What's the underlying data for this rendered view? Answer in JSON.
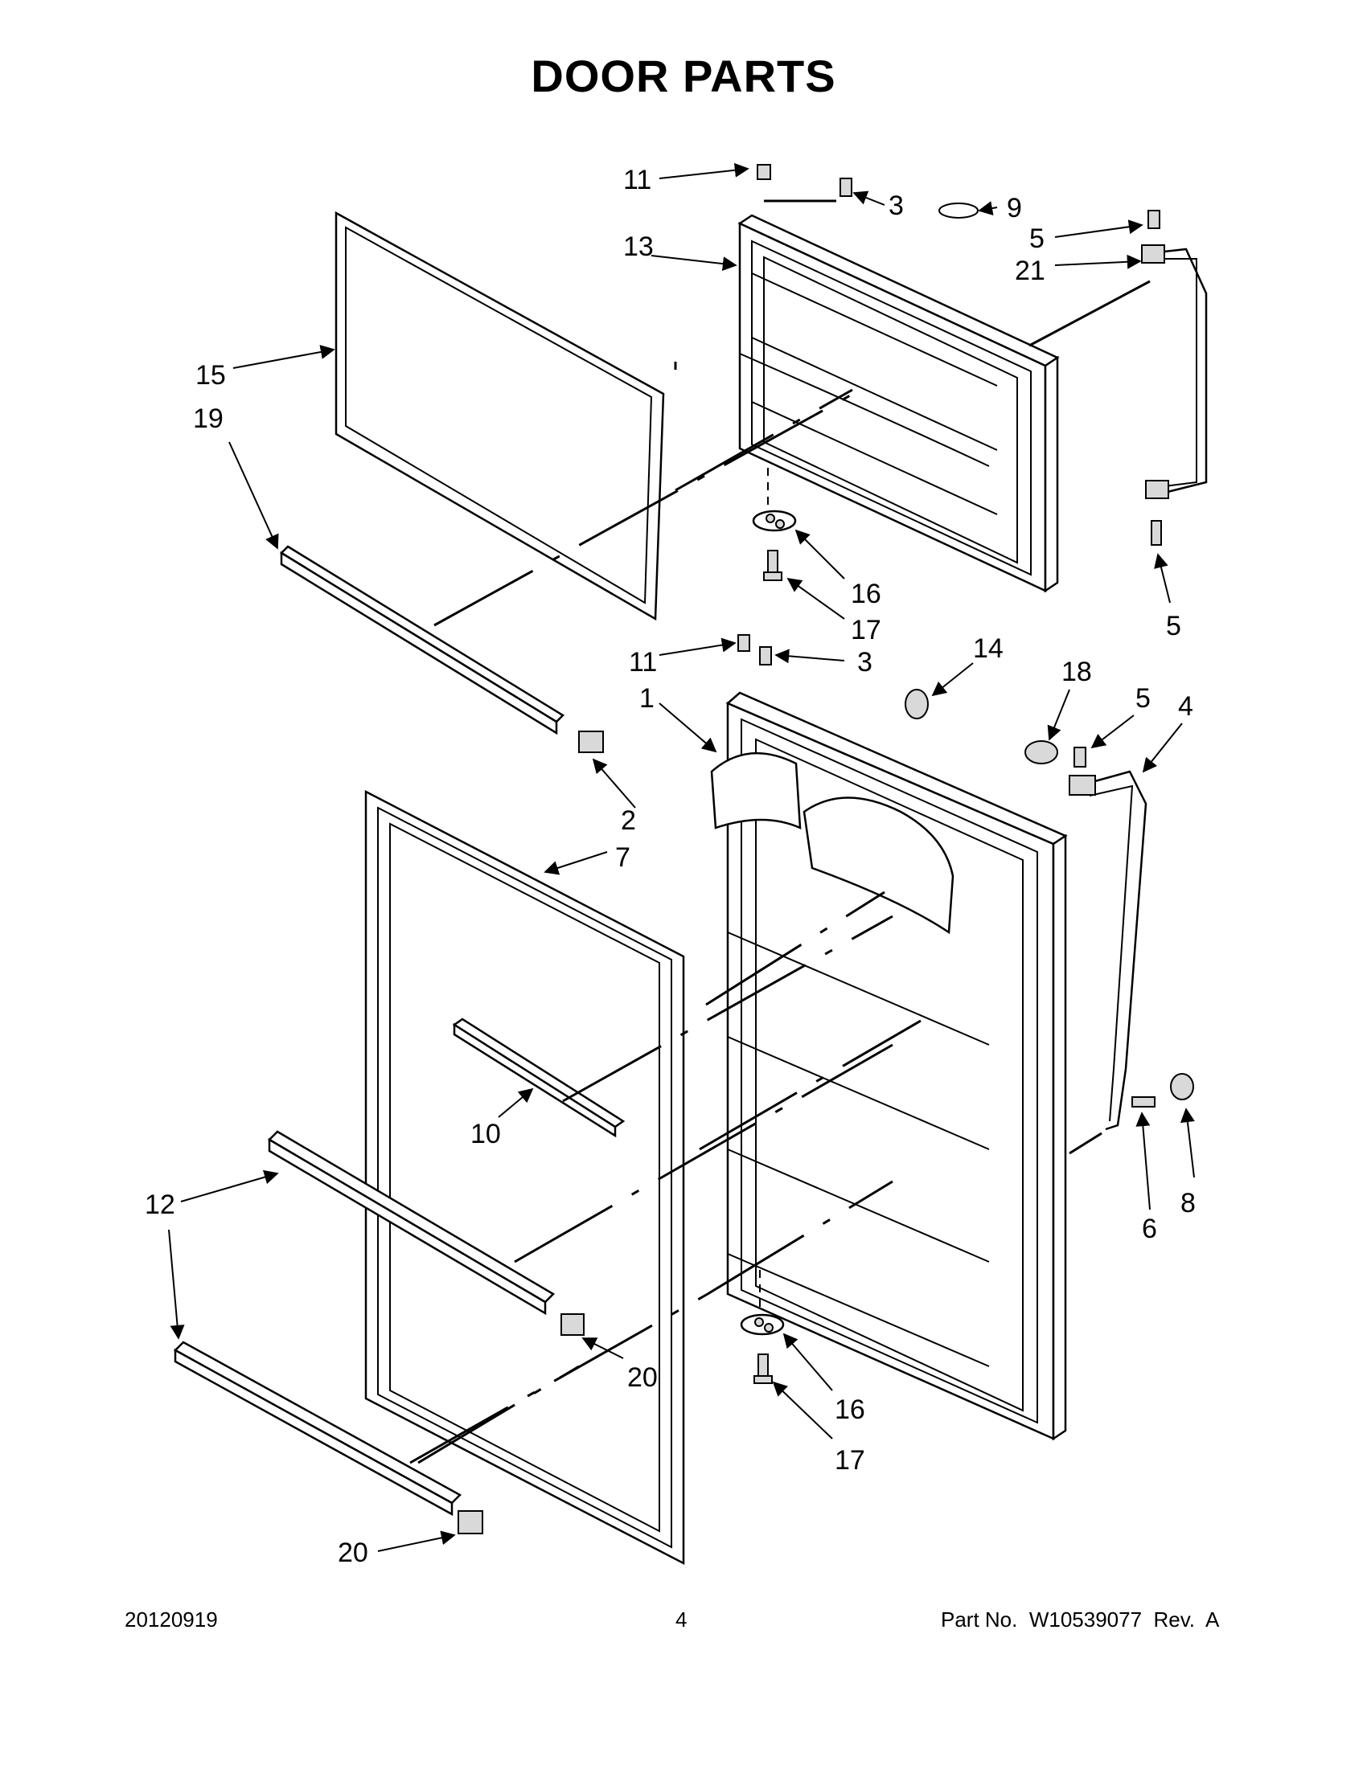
{
  "title": "DOOR PARTS",
  "callouts": [
    "11",
    "3",
    "9",
    "5",
    "21",
    "13",
    "15",
    "19",
    "16",
    "17",
    "5",
    "11",
    "3",
    "14",
    "18",
    "1",
    "5",
    "4",
    "2",
    "7",
    "10",
    "6",
    "8",
    "12",
    "20",
    "16",
    "17",
    "20"
  ],
  "footer": {
    "date": "20120919",
    "page": "4",
    "part_no": "Part No.  W10539077  Rev.  A"
  }
}
